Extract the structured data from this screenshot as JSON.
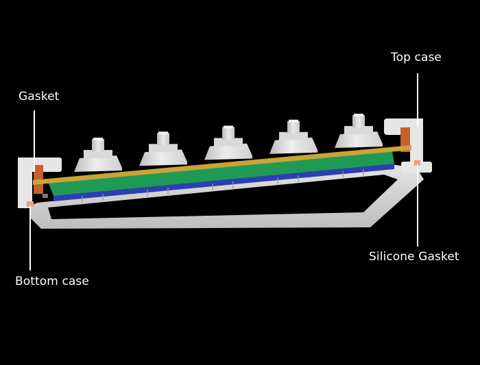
{
  "labels": {
    "gasket": "Gasket",
    "bottom_case": "Bottom case",
    "top_case": "Top case",
    "silicone_gasket": "Silicone Gasket"
  },
  "colors": {
    "background": "#000000",
    "case": "#dcdcdc",
    "gasket": "#c8602a",
    "silicone_gasket": "#f49a7c",
    "plate": "#c9a437",
    "pcb": "#1f9a55",
    "pcb_bottom": "#2c3fb0",
    "switch": "#e6e6e6"
  },
  "switch_count": 5
}
